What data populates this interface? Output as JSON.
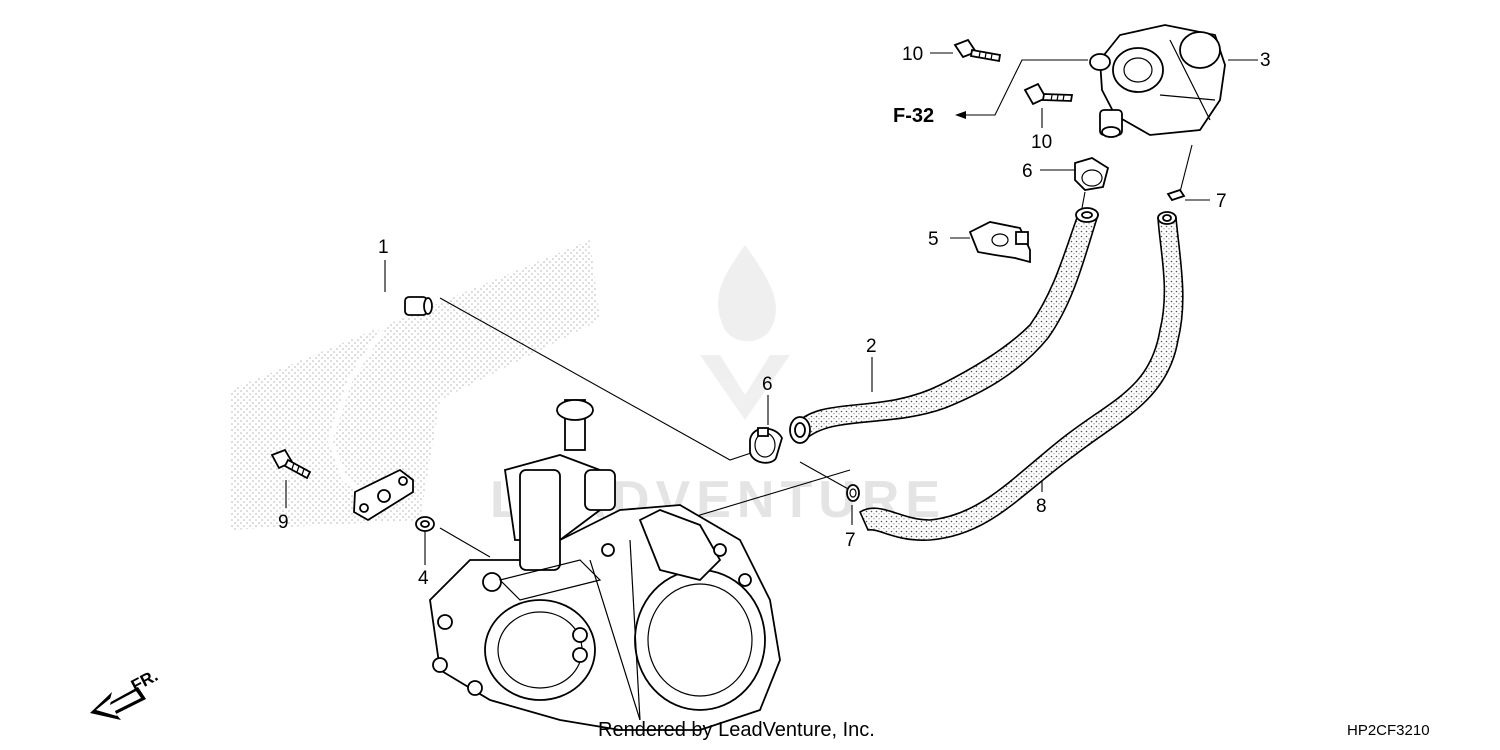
{
  "diagram": {
    "callouts": [
      {
        "id": "c1",
        "label": "1"
      },
      {
        "id": "c2",
        "label": "2"
      },
      {
        "id": "c3",
        "label": "3"
      },
      {
        "id": "c4",
        "label": "4"
      },
      {
        "id": "c5",
        "label": "5"
      },
      {
        "id": "c6a",
        "label": "6"
      },
      {
        "id": "c6b",
        "label": "6"
      },
      {
        "id": "c7a",
        "label": "7"
      },
      {
        "id": "c7b",
        "label": "7"
      },
      {
        "id": "c8",
        "label": "8"
      },
      {
        "id": "c9",
        "label": "9"
      },
      {
        "id": "c10a",
        "label": "10"
      },
      {
        "id": "c10b",
        "label": "10"
      }
    ],
    "reference_label": "F-32",
    "direction_label": "FR.",
    "watermark_text": "LEADVENTURE",
    "credit_text": "Rendered by LeadVenture, Inc.",
    "diagram_code": "HP2CF3210"
  },
  "colors": {
    "line": "#000000",
    "background": "#ffffff",
    "watermark": "#e4e4e4",
    "stipple": "#9a9a9a"
  }
}
